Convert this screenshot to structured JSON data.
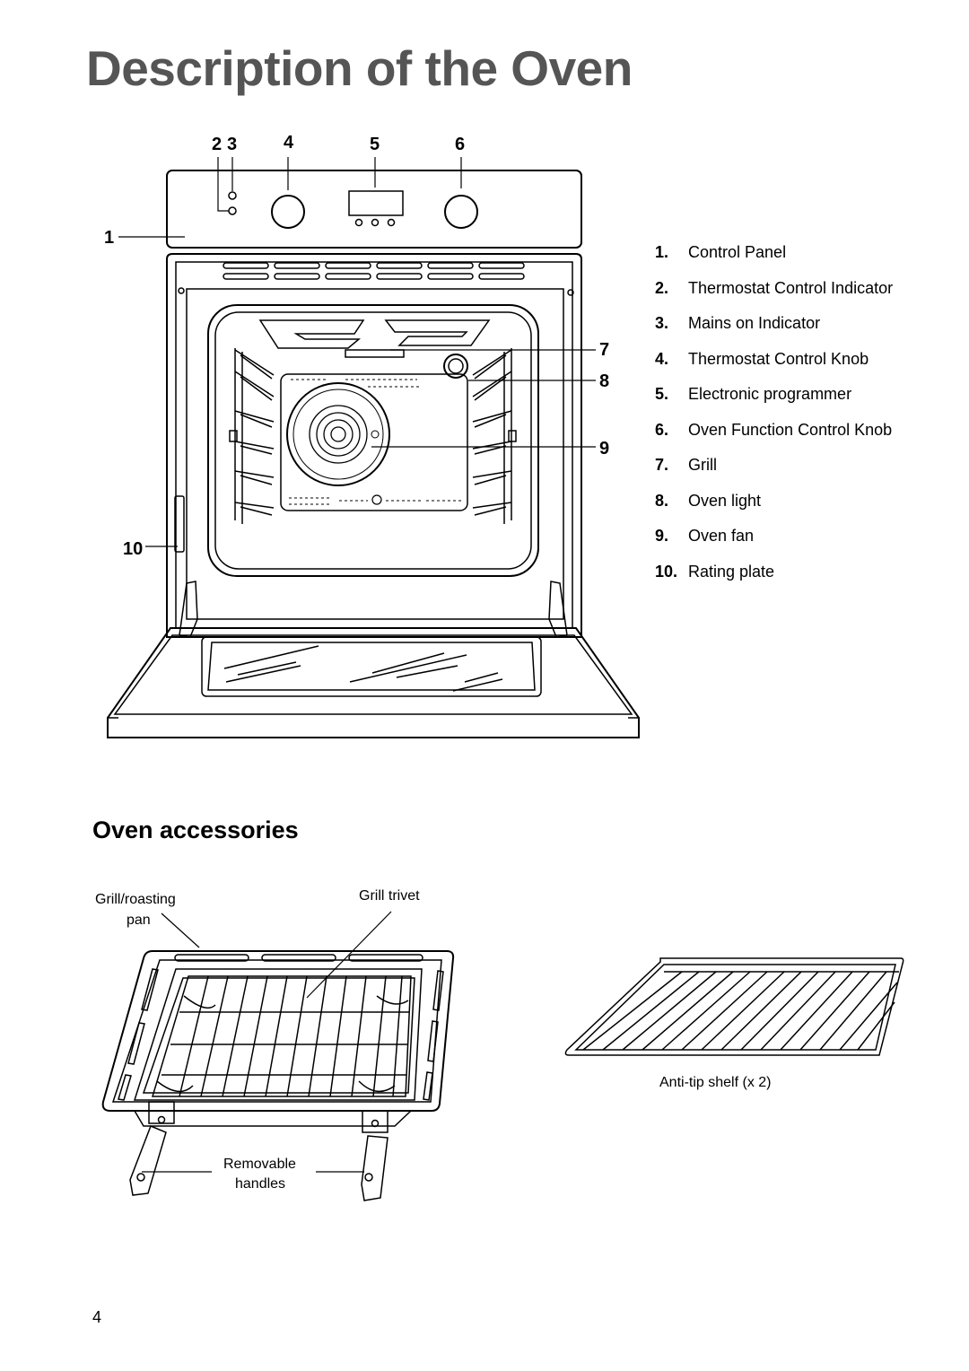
{
  "page": {
    "title": "Description of the Oven",
    "accessories_heading": "Oven accessories",
    "page_number": "4"
  },
  "oven_callouts": [
    "1",
    "2",
    "3",
    "4",
    "5",
    "6",
    "7",
    "8",
    "9",
    "10"
  ],
  "legend": [
    {
      "num": "1.",
      "label": "Control Panel"
    },
    {
      "num": "2.",
      "label": "Thermostat Control Indicator"
    },
    {
      "num": "3.",
      "label": "Mains on Indicator"
    },
    {
      "num": "4.",
      "label": "Thermostat Control Knob"
    },
    {
      "num": "5.",
      "label": "Electronic  programmer"
    },
    {
      "num": "6.",
      "label": "Oven Function Control Knob"
    },
    {
      "num": "7.",
      "label": "Grill"
    },
    {
      "num": "8.",
      "label": "Oven light"
    },
    {
      "num": "9.",
      "label": "Oven fan"
    },
    {
      "num": "10.",
      "label": "Rating plate"
    }
  ],
  "accessories": {
    "pan_label_line1": "Grill/roasting",
    "pan_label_line2": "pan",
    "trivet_label": "Grill trivet",
    "handles_label_line1": "Removable",
    "handles_label_line2": "handles",
    "shelf_label": "Anti-tip shelf (x 2)"
  }
}
